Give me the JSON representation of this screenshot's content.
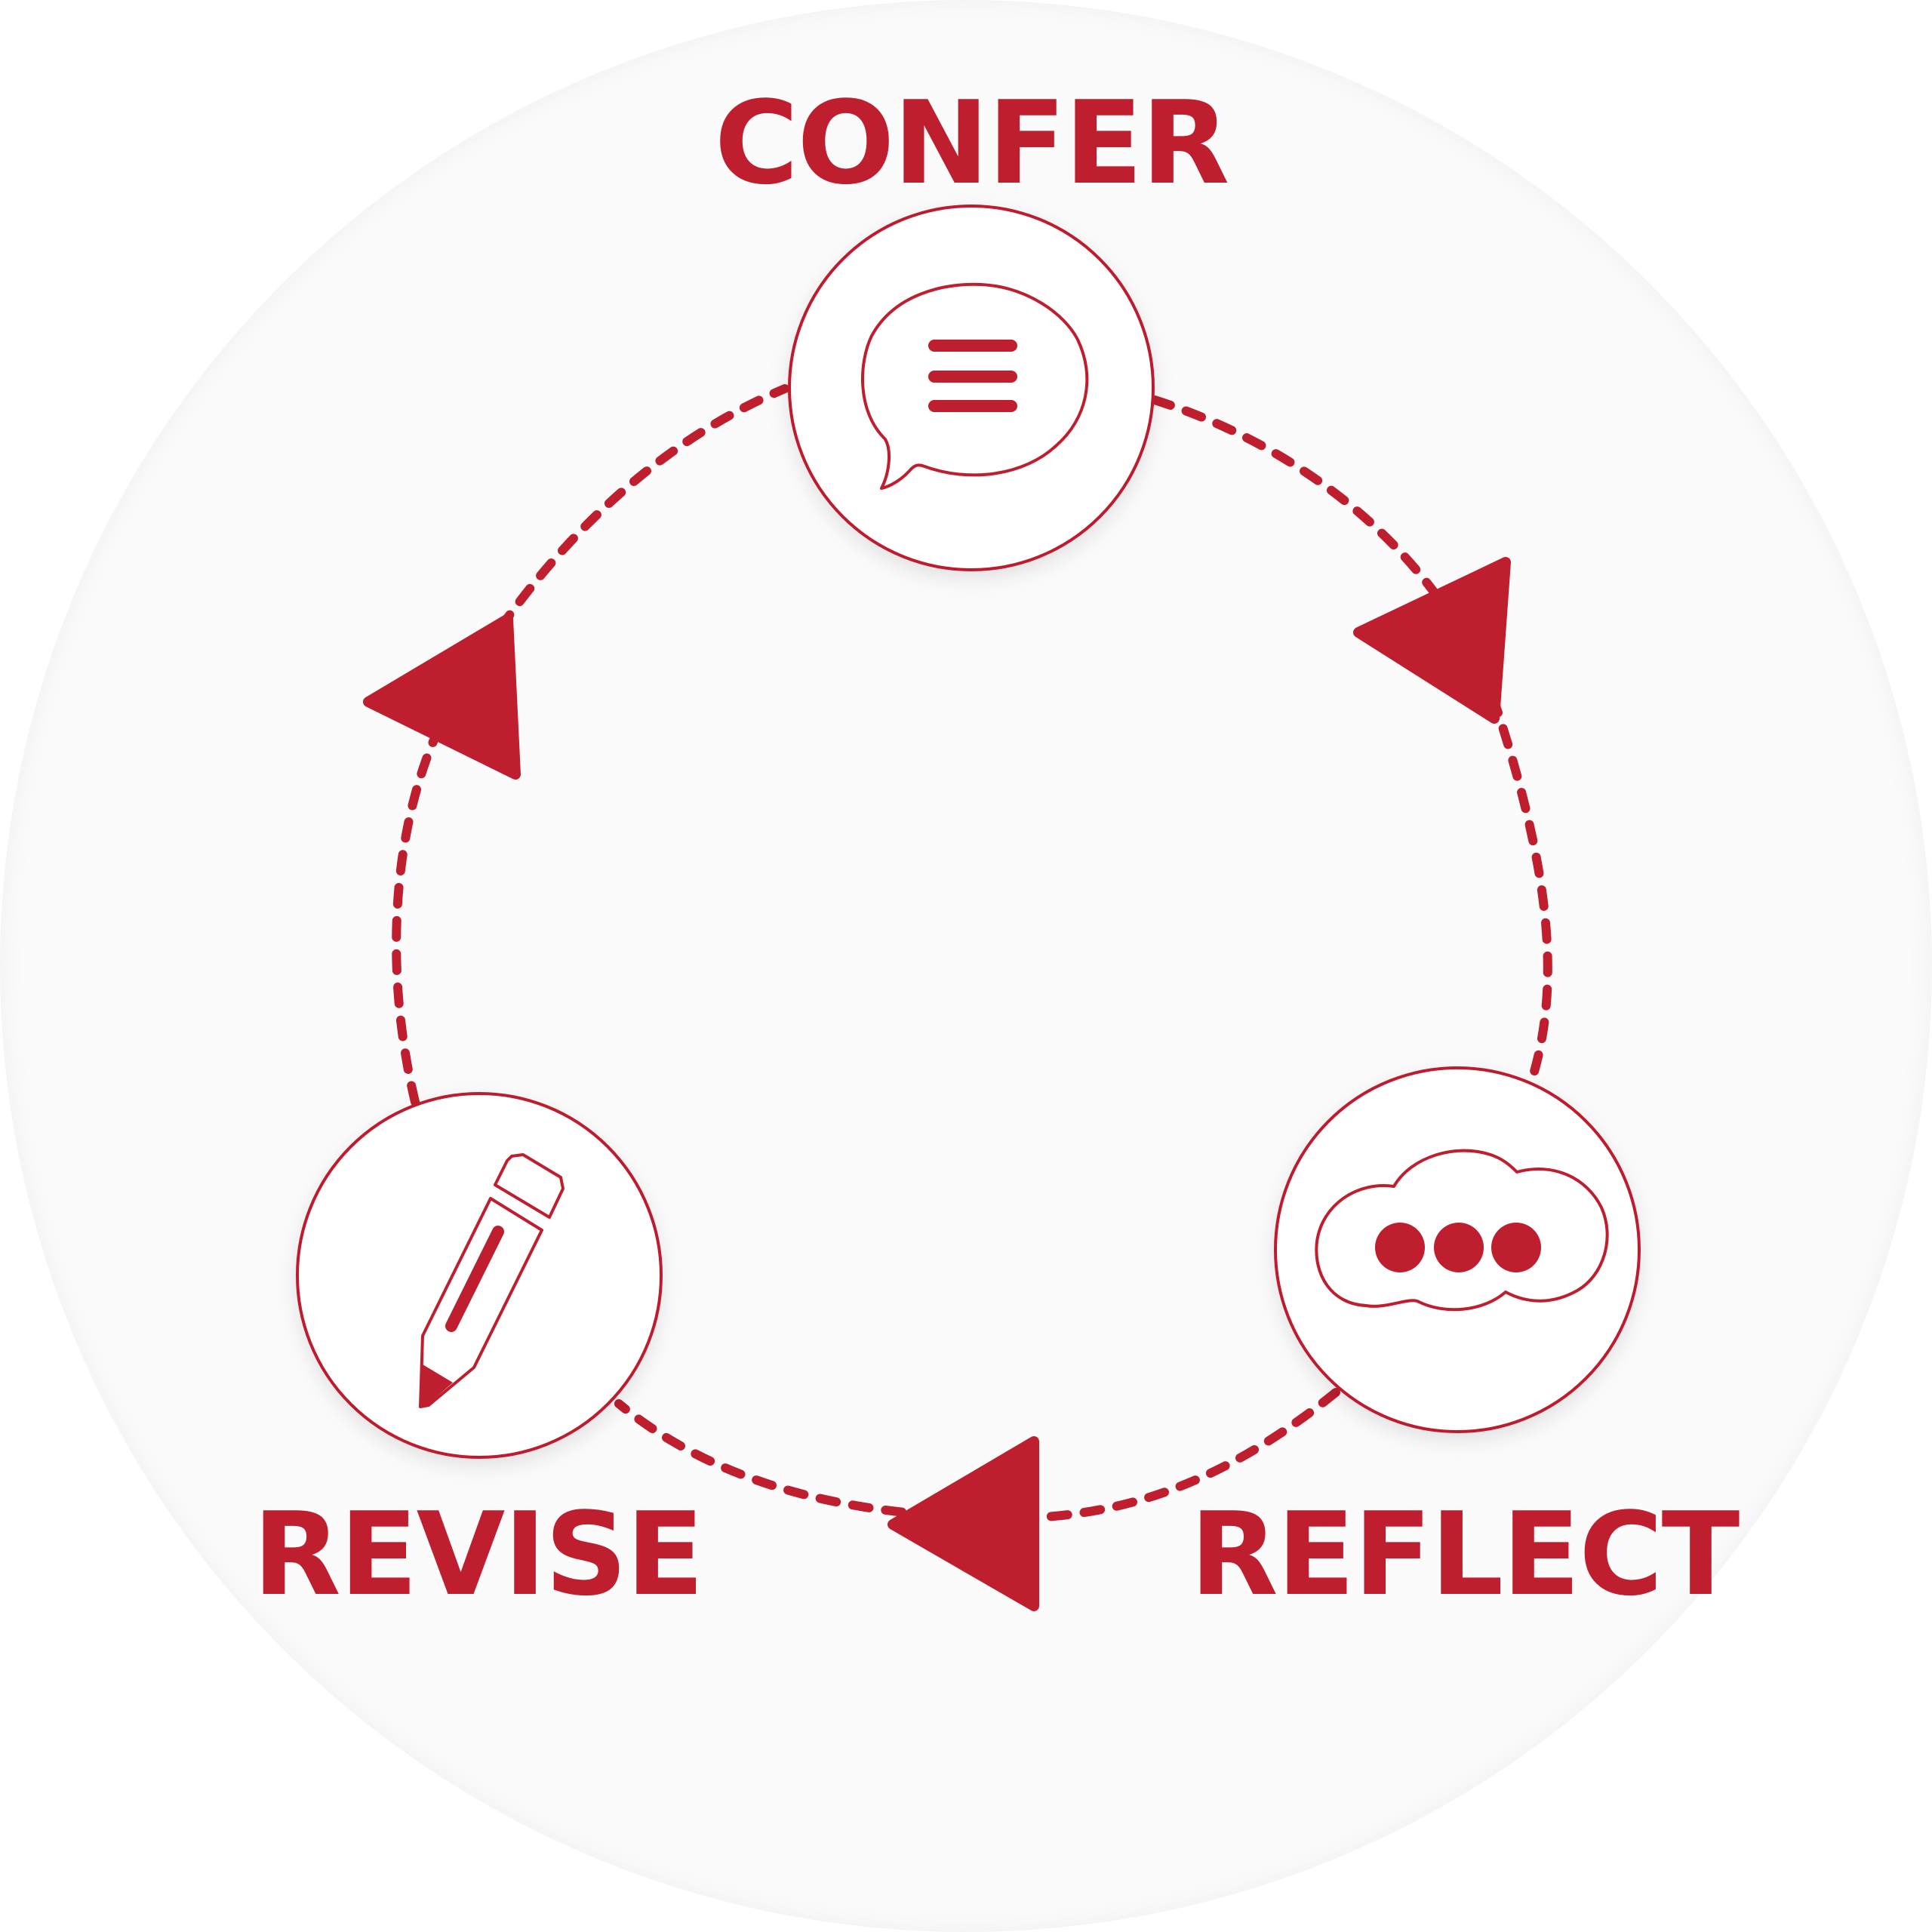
{
  "colors": {
    "accent": "#be1e2d",
    "node_fill": "#ffffff",
    "background": "#fbfbfb"
  },
  "nodes": [
    {
      "label": "CONFER",
      "icon": "speech-bubble-icon"
    },
    {
      "label": "REFLECT",
      "icon": "thought-cloud-icon"
    },
    {
      "label": "REVISE",
      "icon": "pencil-icon"
    }
  ]
}
